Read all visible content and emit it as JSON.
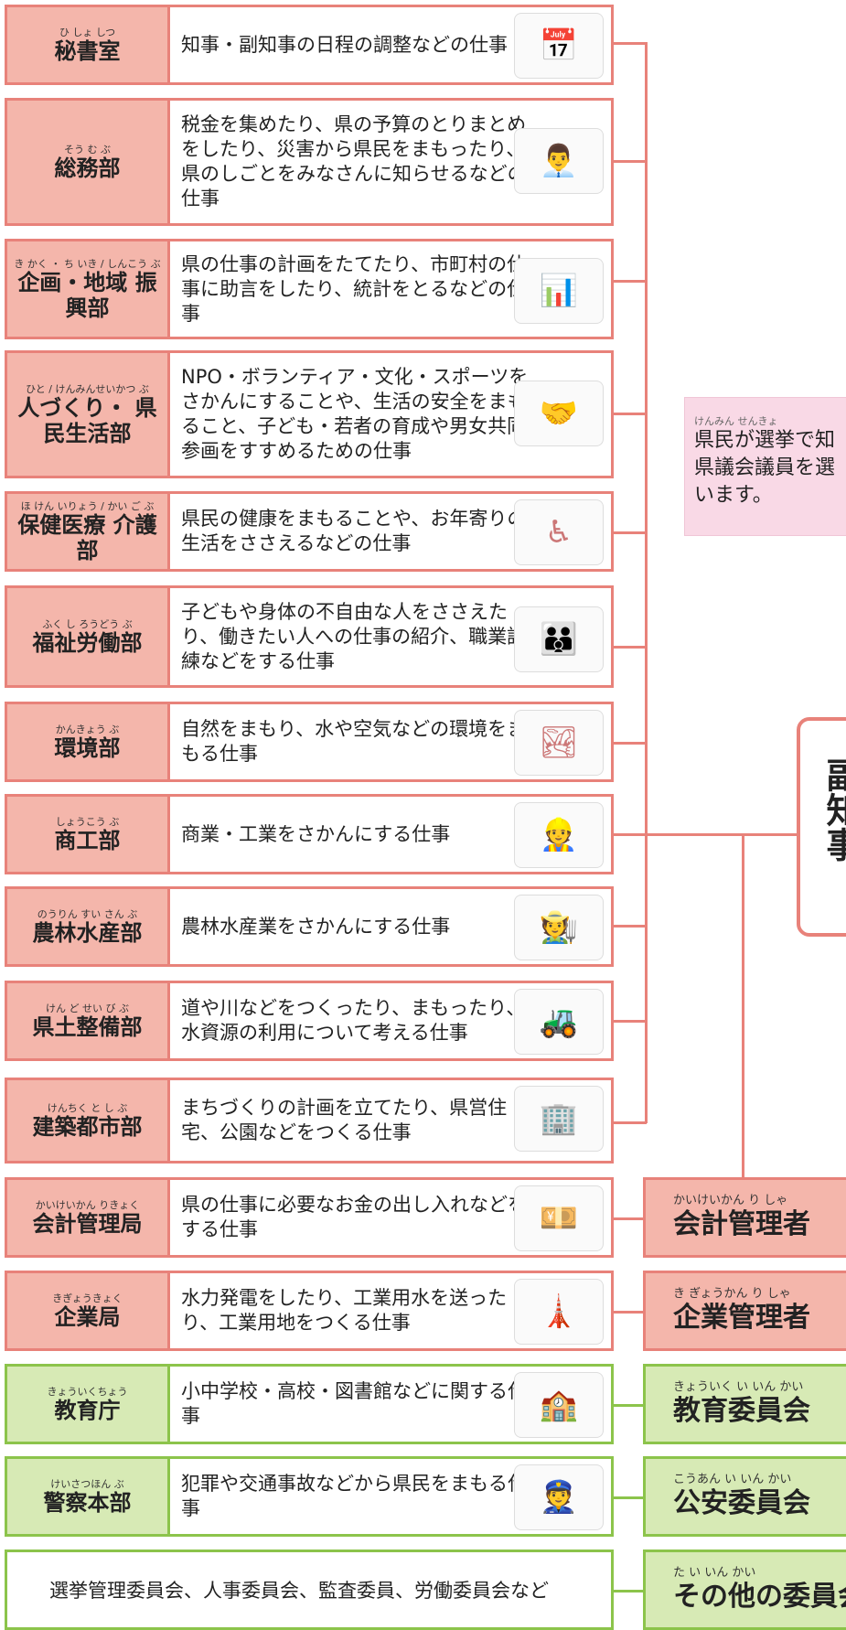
{
  "departments": [
    {
      "ruby": "ひ しょ しつ",
      "title": "秘書室",
      "desc": "知事・副知事の日程の調整などの仕事",
      "icon": "calendar-icon"
    },
    {
      "ruby": "そう む ぶ",
      "title": "総務部",
      "desc": "税金を集めたり、県の予算のとりまとめをしたり、災害から県民をまもったり、県のしごとをみなさんに知らせるなどの仕事",
      "icon": "officer-icon"
    },
    {
      "ruby": "き かく ・ ち いき / しんこう ぶ",
      "title": "企画・地域 振興部",
      "desc": "県の仕事の計画をたてたり、市町村の仕事に助言をしたり、統計をとるなどの仕事",
      "icon": "chart-icon"
    },
    {
      "ruby": "ひと / けんみんせいかつ ぶ",
      "title": "人づくり・ 県民生活部",
      "desc": "NPO・ボランティア・文化・スポーツをさかんにすることや、生活の安全をまもること、子ども・若者の育成や男女共同参画をすすめるための仕事",
      "icon": "handshake-icon"
    },
    {
      "ruby": "ほ けん いりょう / かい ご ぶ",
      "title": "保健医療 介護部",
      "desc": "県民の健康をまもることや、お年寄りの生活をささえるなどの仕事",
      "icon": "wheelchair-icon"
    },
    {
      "ruby": "ふく し ろうどう ぶ",
      "title": "福祉労働部",
      "desc": "子どもや身体の不自由な人をささえたり、働きたい人への仕事の紹介、職業訓練などをする仕事",
      "icon": "family-icon"
    },
    {
      "ruby": "かんきょう ぶ",
      "title": "環境部",
      "desc": "自然をまもり、水や空気などの環境をまもる仕事",
      "icon": "river-icon"
    },
    {
      "ruby": "しょうこう ぶ",
      "title": "商工部",
      "desc": "商業・工業をさかんにする仕事",
      "icon": "worker-icon"
    },
    {
      "ruby": "のうりん すい さん ぶ",
      "title": "農林水産部",
      "desc": "農林水産業をさかんにする仕事",
      "icon": "farmer-icon"
    },
    {
      "ruby": "けん ど せい び ぶ",
      "title": "県土整備部",
      "desc": "道や川などをつくったり、まもったり、水資源の利用について考える仕事",
      "icon": "roller-icon"
    },
    {
      "ruby": "けんちく と し ぶ",
      "title": "建築都市部",
      "desc": "まちづくりの計画を立てたり、県営住宅、公園などをつくる仕事",
      "icon": "building-icon"
    },
    {
      "ruby": "かいけいかん りきょく",
      "title": "会計管理局",
      "desc": "県の仕事に必要なお金の出し入れなどをする仕事",
      "icon": "money-icon"
    },
    {
      "ruby": "きぎょうきょく",
      "title": "企業局",
      "desc": "水力発電をしたり、工業用水を送ったり、工業用地をつくる仕事",
      "icon": "tower-icon"
    },
    {
      "ruby": "きょういくちょう",
      "title": "教育庁",
      "desc": "小中学校・高校・図書館などに関する仕事",
      "icon": "school-icon"
    },
    {
      "ruby": "けいさつほん ぶ",
      "title": "警察本部",
      "desc": "犯罪や交通事故などから県民をまもる仕事",
      "icon": "police-icon"
    }
  ],
  "committees": [
    {
      "ruby": "かいけいかん り しゃ",
      "title": "会計管理者"
    },
    {
      "ruby": "き ぎょうかん り しゃ",
      "title": "企業管理者"
    },
    {
      "ruby": "きょういく い いん かい",
      "title": "教育委員会"
    },
    {
      "ruby": "こうあん い いん かい",
      "title": "公安委員会"
    },
    {
      "ruby": "た い いん かい",
      "title": "その他の委員会"
    }
  ],
  "bottom_text": "選挙管理委員会、人事委員会、監査委員、労働委員会など",
  "note": {
    "ruby": "けんみん せんきょ",
    "line1": "県民が選挙で知",
    "line2": "県議会議員を選",
    "line3": "います。"
  },
  "governor": "副知事"
}
